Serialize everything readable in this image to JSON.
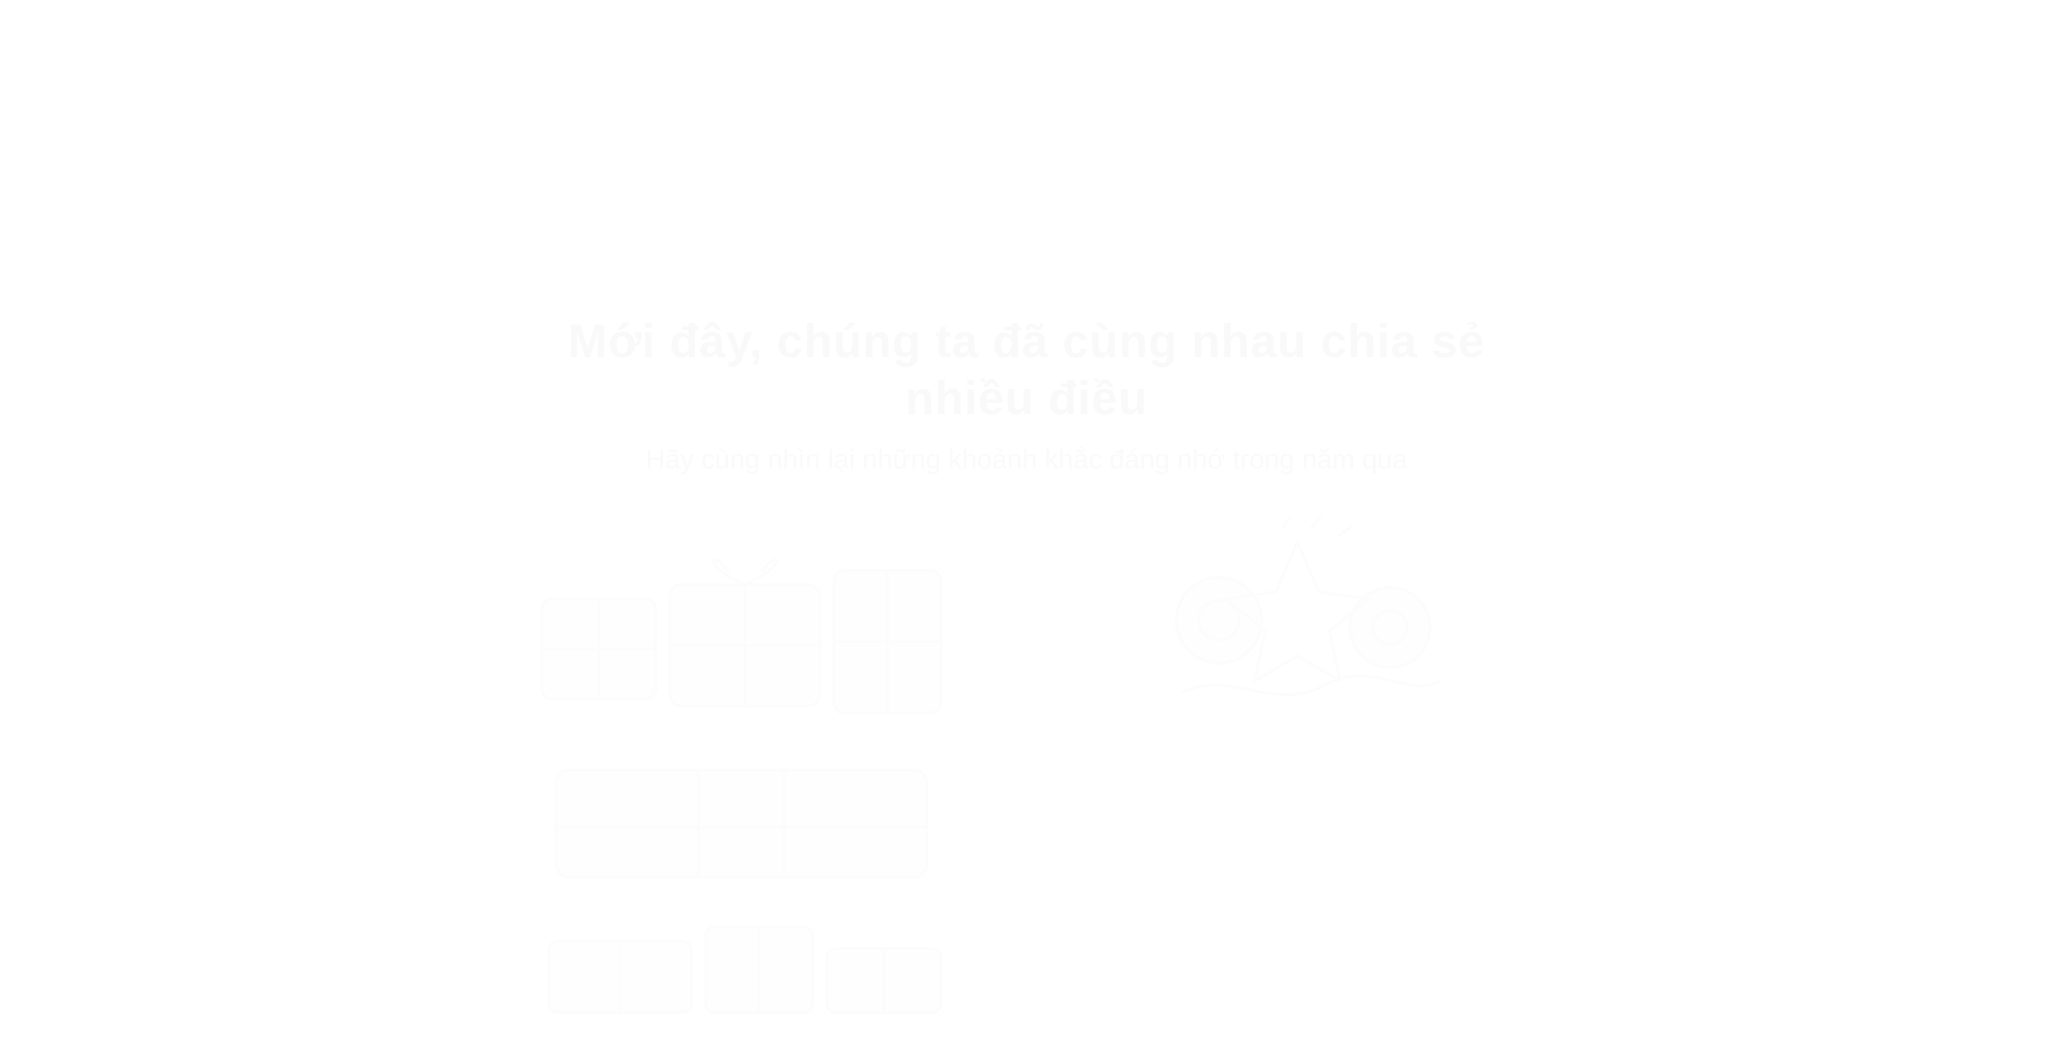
{
  "hero": {
    "title": "Mới đây, chúng ta đã cùng nhau chia sẻ nhiều điều",
    "subtitle": "Hãy cùng nhìn lại những khoảnh khắc đáng nhớ trong năm qua"
  },
  "illustrations": [
    {
      "icon": "gifts-icon",
      "label": "gift boxes illustration"
    },
    {
      "icon": "celebration-icon",
      "label": "celebration illustration"
    }
  ],
  "colors": {
    "background": "#ffffff",
    "foreground": "#fafafa"
  }
}
